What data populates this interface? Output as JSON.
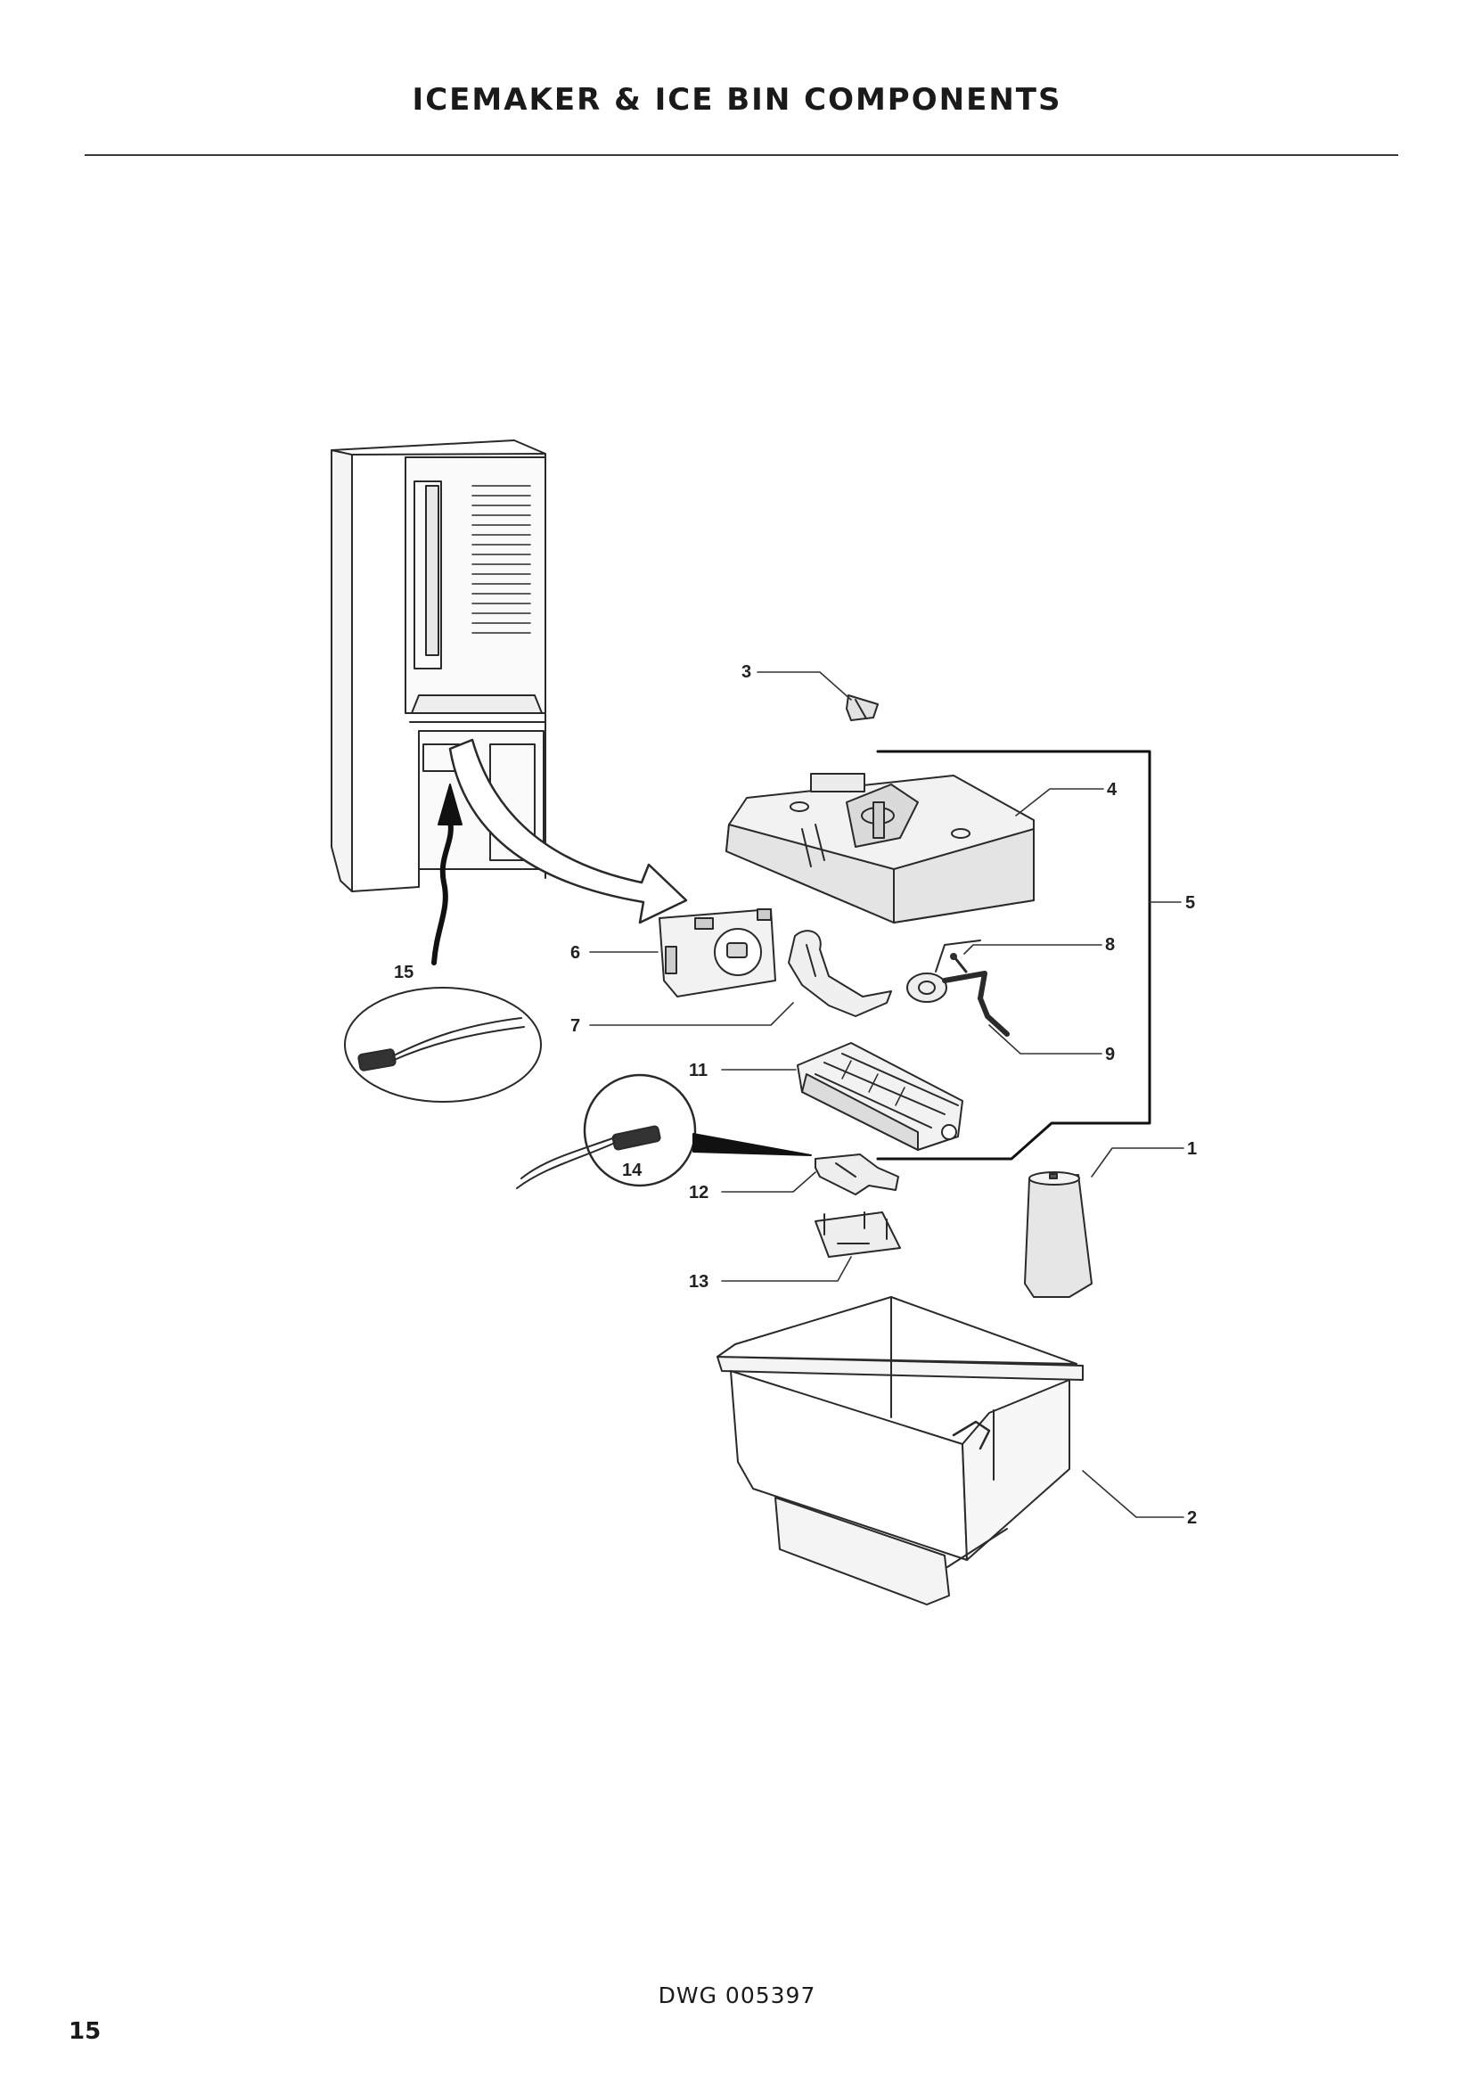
{
  "header": {
    "title": "ICEMAKER & ICE BIN COMPONENTS"
  },
  "callouts": {
    "c1": "1",
    "c2": "2",
    "c3": "3",
    "c4": "4",
    "c5": "5",
    "c6": "6",
    "c7": "7",
    "c8": "8",
    "c9": "9",
    "c11": "11",
    "c12": "12",
    "c13": "13",
    "c14": "14",
    "c15": "15"
  },
  "footer": {
    "drawing_number": "DWG 005397",
    "page_number": "15"
  }
}
